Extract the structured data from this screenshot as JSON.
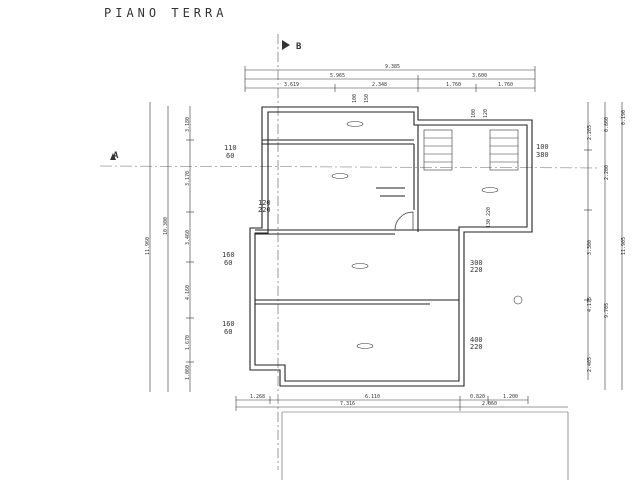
{
  "title": "PIANO TERRA",
  "section_marks": {
    "a": "A",
    "b": "B"
  },
  "dims_top": {
    "row1": "9.385",
    "row2": [
      "5.965",
      "3.600"
    ],
    "row3": [
      "3.619",
      "2.348",
      "1.760",
      "1.760"
    ]
  },
  "dims_bottom": {
    "row1": [
      "1.268",
      "6.110",
      "0.820",
      "1.200"
    ],
    "row2": [
      "7.316",
      "2.060"
    ]
  },
  "openings_top": [
    {
      "a": "100",
      "b": "150"
    },
    {
      "a": "100",
      "b": "120"
    }
  ],
  "openings": [
    {
      "a": "110",
      "b": "60"
    },
    {
      "a": "100",
      "b": "380"
    },
    {
      "a": "120",
      "b": "220"
    },
    {
      "a": "160",
      "b": "60"
    },
    {
      "a": "300",
      "b": "220"
    },
    {
      "a": "160",
      "b": "60"
    },
    {
      "a": "400",
      "b": "220"
    }
  ],
  "opening_vertical": "130 220",
  "dims_left": {
    "outer": "11.960",
    "mid": "10.300",
    "inner": [
      "3.180",
      "3.170",
      "3.460",
      "4.160",
      "1.670",
      "1.060"
    ]
  },
  "dims_right": {
    "outer": "11.905",
    "mid": "9.705",
    "inner": [
      "2.265",
      "2.200",
      "3.300",
      "4.175",
      "2.405"
    ],
    "top": [
      "0.860",
      "0.190"
    ]
  }
}
